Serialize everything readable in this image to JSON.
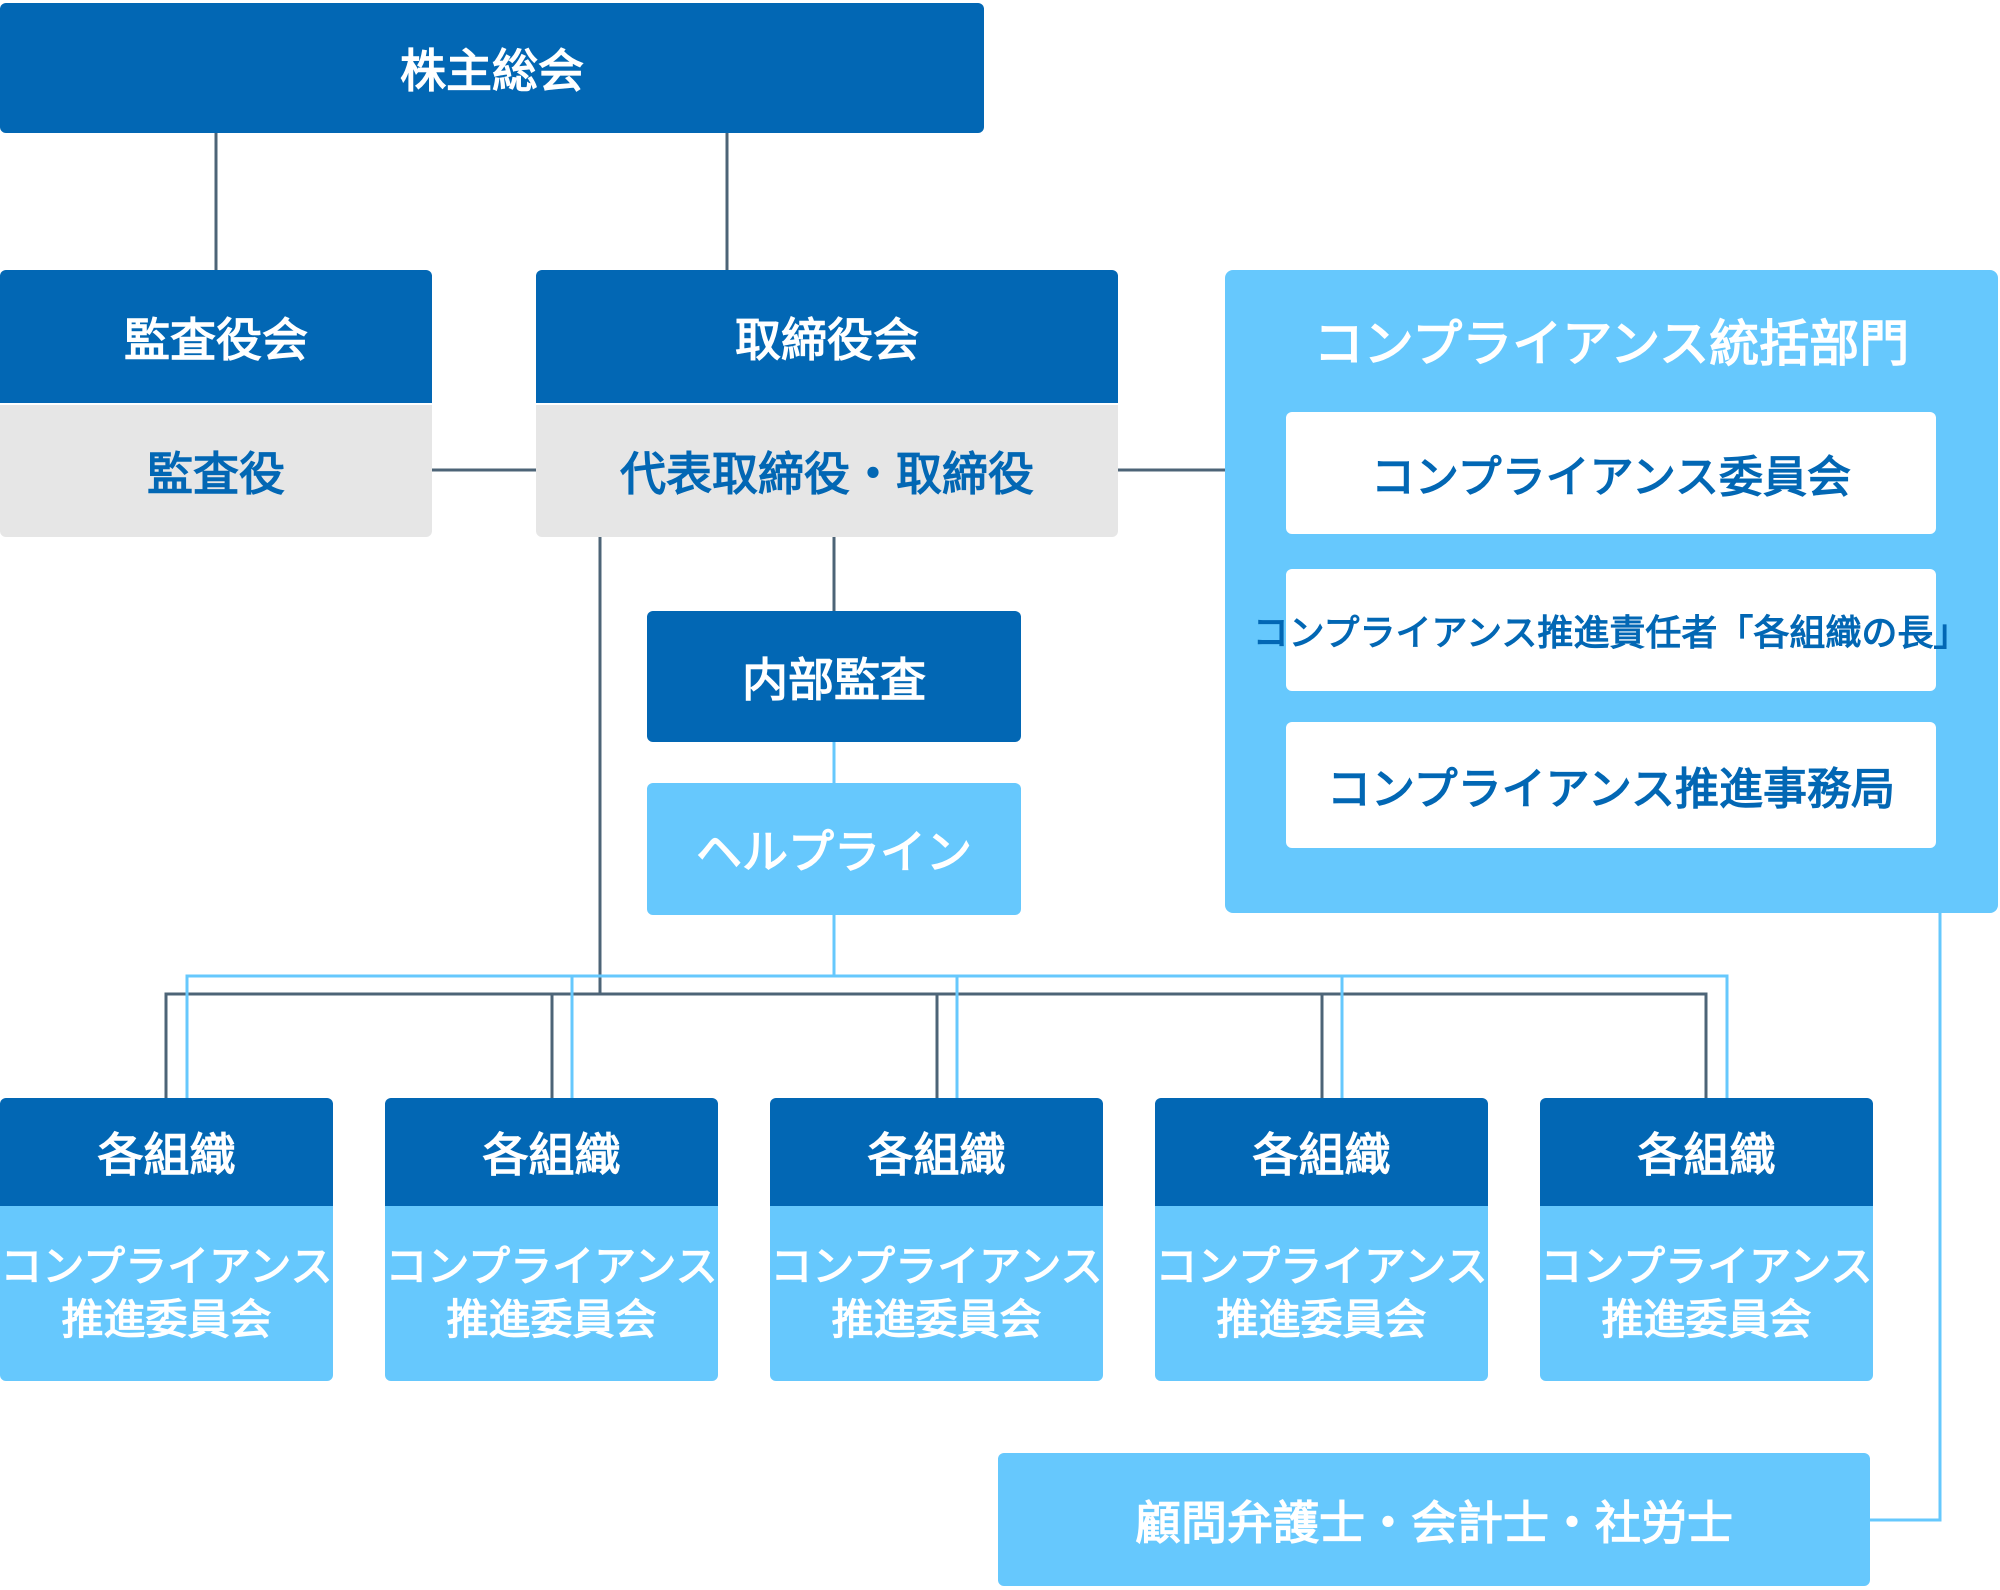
{
  "shareholders": "株主総会",
  "audit_board": {
    "title": "監査役会",
    "sub": "監査役"
  },
  "board": {
    "title": "取締役会",
    "sub": "代表取締役・取締役"
  },
  "internal_audit": "内部監査",
  "helpline": "ヘルプライン",
  "compliance_dept": {
    "title": "コンプライアンス統括部門",
    "items": [
      "コンプライアンス委員会",
      "コンプライアンス推進責任者「各組織の長」",
      "コンプライアンス推進事務局"
    ]
  },
  "organizations": [
    {
      "title": "各組織",
      "line1": "コンプライアンス",
      "line2": "推進委員会"
    },
    {
      "title": "各組織",
      "line1": "コンプライアンス",
      "line2": "推進委員会"
    },
    {
      "title": "各組織",
      "line1": "コンプライアンス",
      "line2": "推進委員会"
    },
    {
      "title": "各組織",
      "line1": "コンプライアンス",
      "line2": "推進委員会"
    },
    {
      "title": "各組織",
      "line1": "コンプライアンス",
      "line2": "推進委員会"
    }
  ],
  "advisors": "顧問弁護士・会計士・社労士",
  "colors": {
    "dark_blue": "#0267b4",
    "light_blue": "#66c8fd",
    "grey": "#e6e6e6",
    "dark_line": "#4d6477",
    "light_line": "#66c8fd"
  }
}
